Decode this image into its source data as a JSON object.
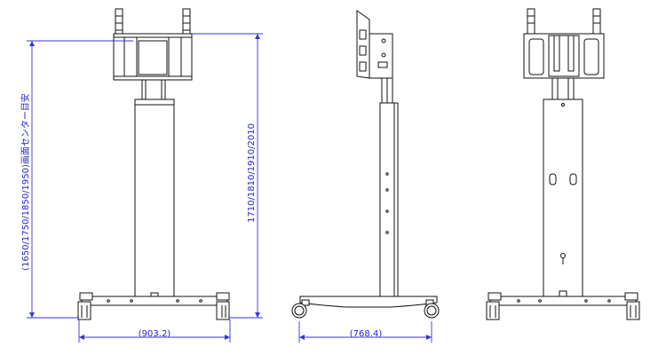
{
  "dimensions": {
    "screen_center_height": "(1650/1750/1850/1950)画面センター目安",
    "total_height": "1710/1810/1910/2010",
    "front_width": "(903.2)",
    "side_depth": "(768.4)"
  },
  "colors": {
    "line": "#111111",
    "dimension": "#2323d0",
    "background": "#ffffff"
  }
}
